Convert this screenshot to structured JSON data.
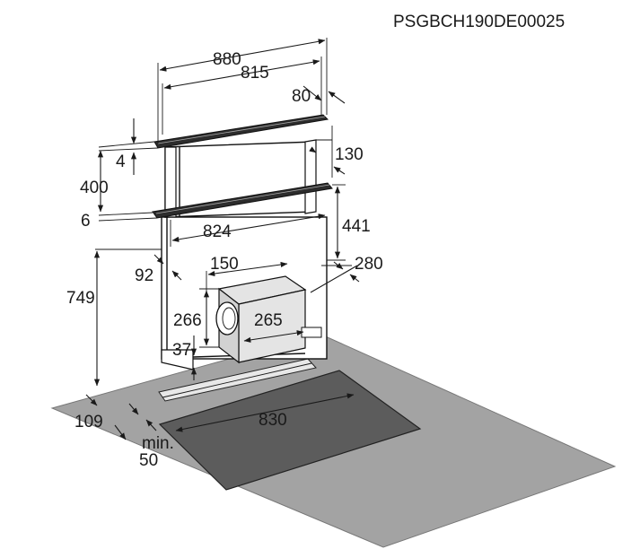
{
  "product_code": "PSGBCH190DE00025",
  "dimensions": {
    "width_total": "880",
    "width_top": "815",
    "depth_top": "80",
    "top_thickness": "4",
    "extension_height": "400",
    "depth_mid": "130",
    "base_thickness": "6",
    "width_base": "824",
    "height_upper": "441",
    "side_offset": "92",
    "motor_depth": "150",
    "motor_offset": "280",
    "height_total": "749",
    "motor_height": "266",
    "motor_width": "265",
    "bottom_gap": "37",
    "cutout_width": "830",
    "cutout_depth": "109",
    "min_distance_line1": "min.",
    "min_distance_line2": "50"
  },
  "colors": {
    "countertop": "#a3a3a3",
    "hob": "#5c5c5c",
    "motor_box": "#e4e4e4",
    "ink": "#1a1a1a"
  }
}
